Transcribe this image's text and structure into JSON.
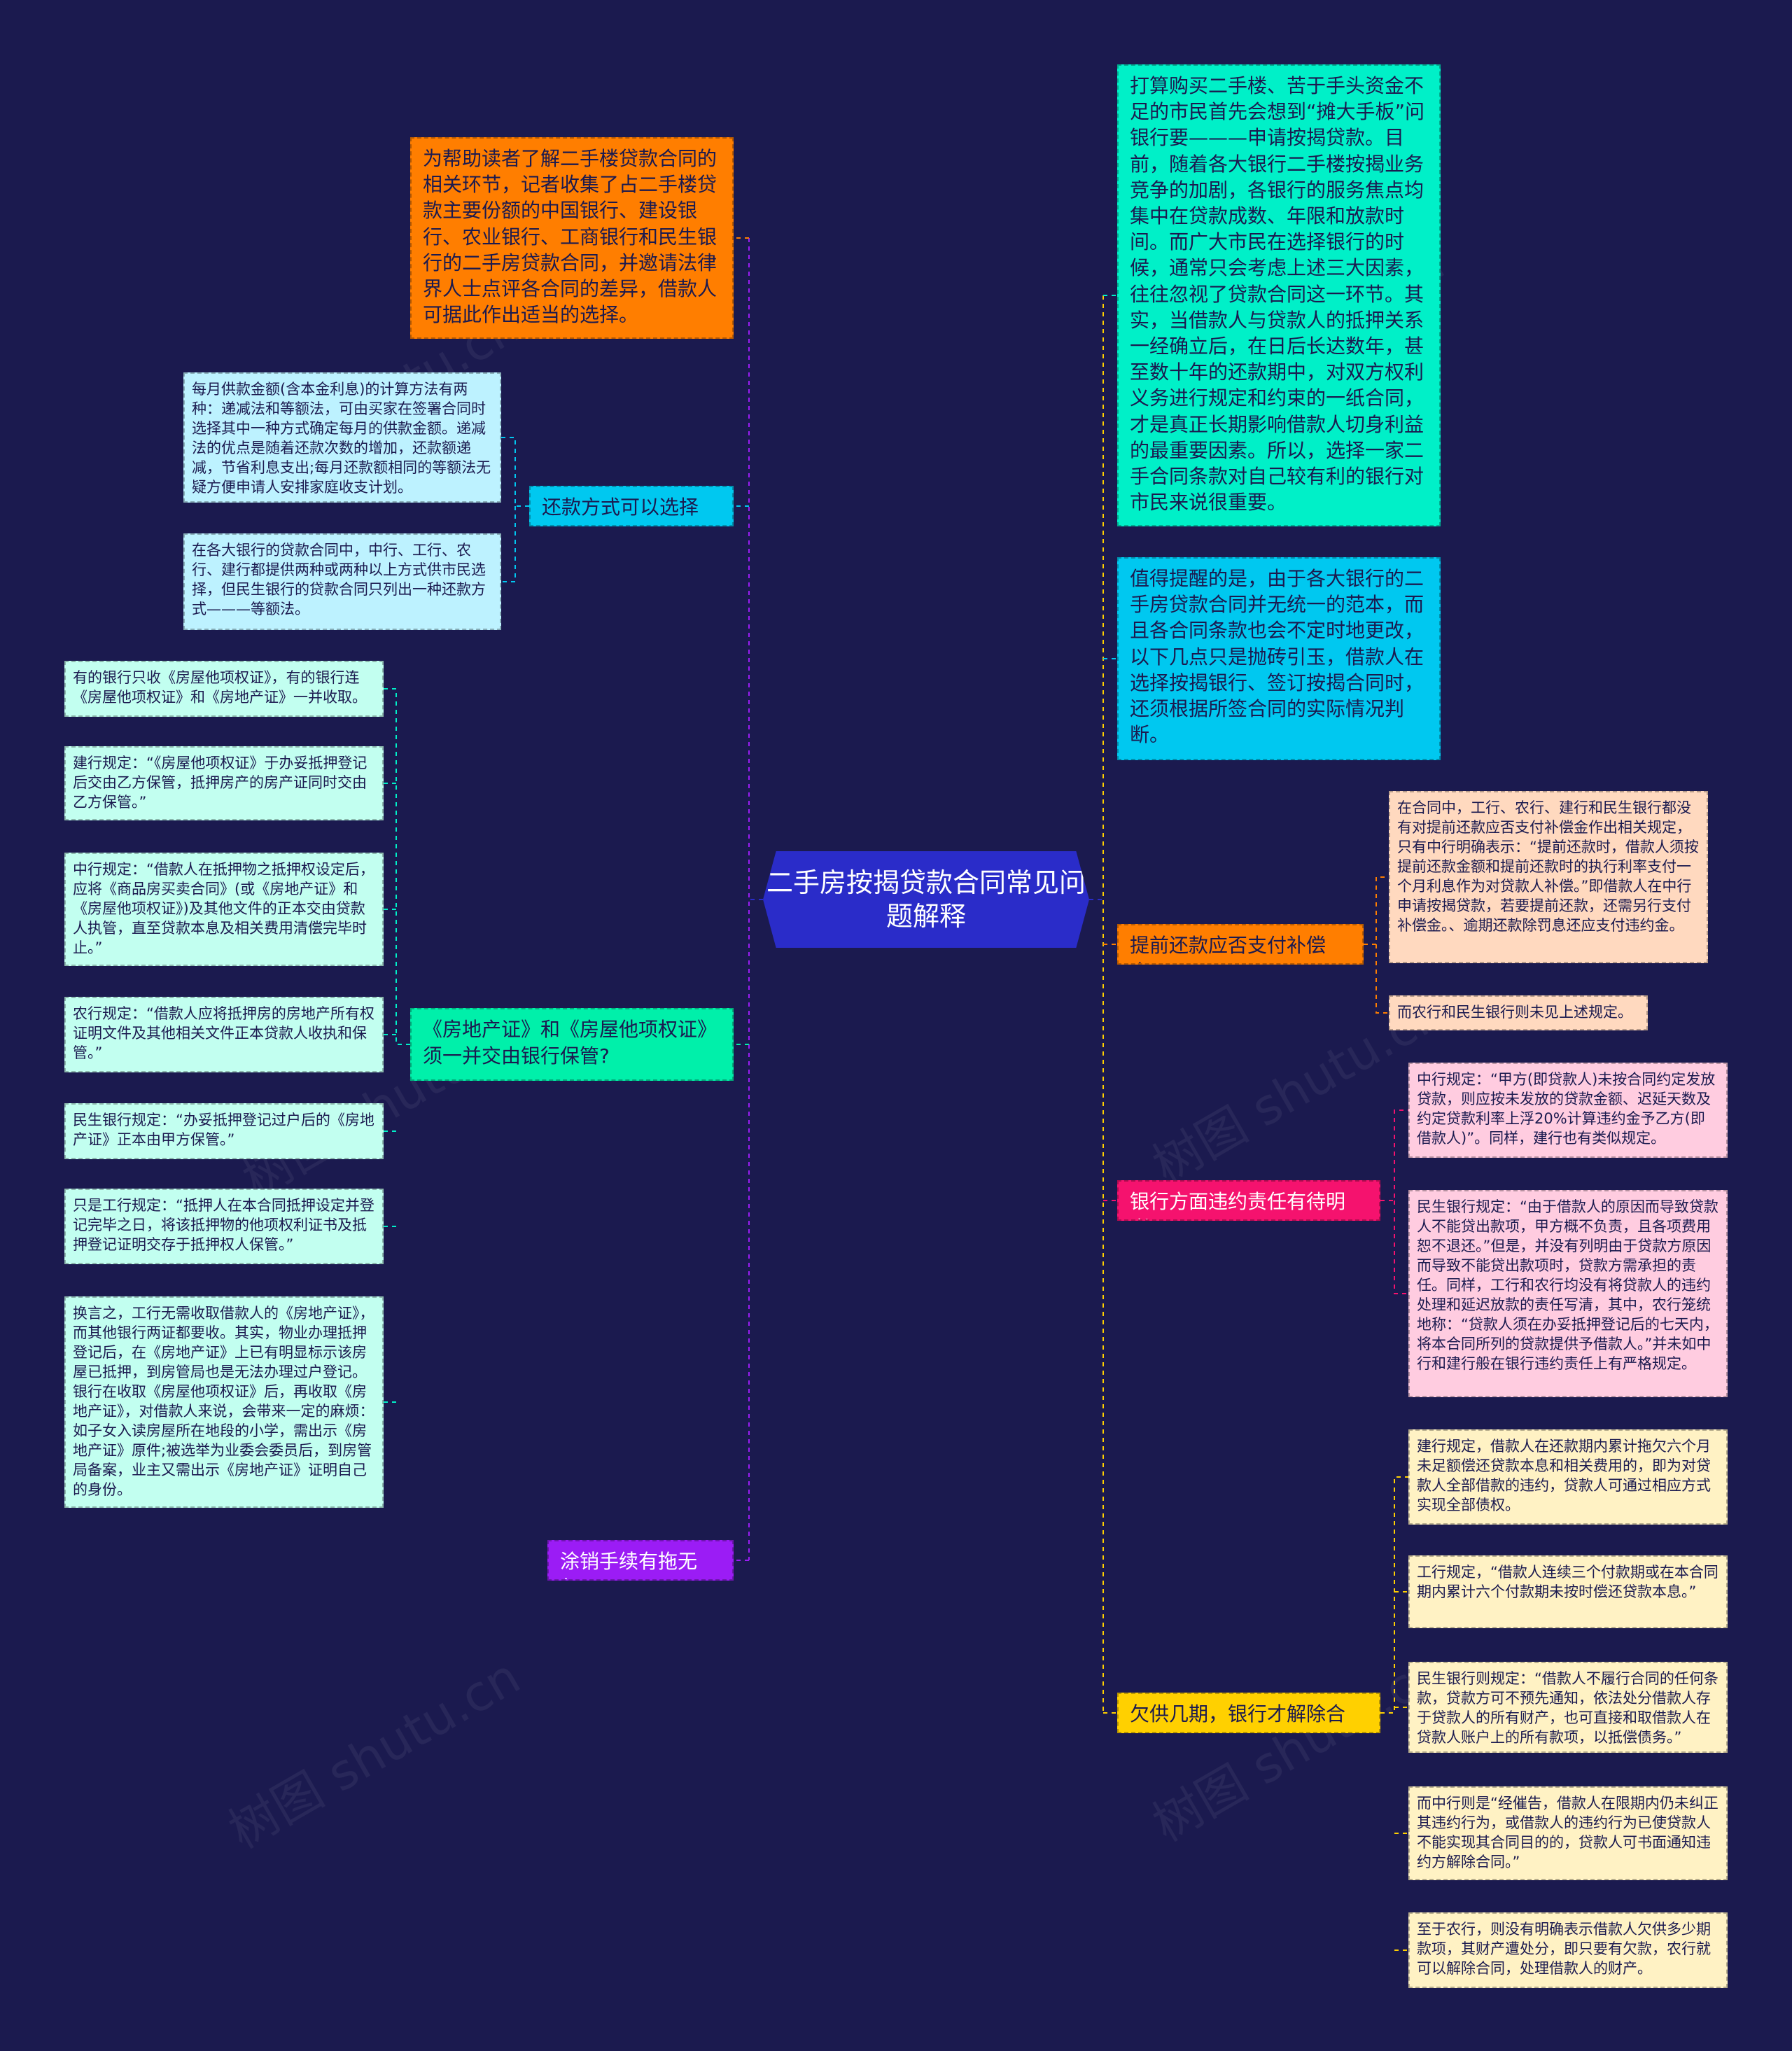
{
  "root": {
    "title": "二手房按揭贷款合同常见问题解释"
  },
  "colors": {
    "background": "#1b1a4f",
    "root": "#2a2cc9",
    "orange": "#ff7e00",
    "cyan_light": "#bdf2ff",
    "cyan": "#00c8f0",
    "teal": "#00f0c8",
    "teal_light": "#c2fff0",
    "purple": "#9b1cf5",
    "green": "#00f0aa",
    "peach": "#ffd9bf",
    "pink": "#f5126e",
    "pink_light": "#ffcce0",
    "yellow": "#ffd000",
    "yellow_light": "#fff2c4"
  },
  "left": {
    "intro": "为帮助读者了解二手楼贷款合同的相关环节，记者收集了占二手楼贷款主要份额的中国银行、建设银行、农业银行、工商银行和民生银行的二手房贷款合同，并邀请法律界人士点评各合同的差异，借款人可据此作出适当的选择。",
    "repay": {
      "label": "还款方式可以选择吗?",
      "leaves": [
        "每月供款金额(含本金利息)的计算方法有两种：递减法和等额法，可由买家在签署合同时选择其中一种方式确定每月的供款金额。递减法的优点是随着还款次数的增加，还款额递减，节省利息支出;每月还款额相同的等额法无疑方便申请人安排家庭收支计划。",
        "在各大银行的贷款合同中，中行、工行、农行、建行都提供两种或两种以上方式供市民选择，但民生银行的贷款合同只列出一种还款方式———等额法。"
      ]
    },
    "certs": {
      "label": "《房地产证》和《房屋他项权证》须一并交由银行保管?",
      "leaves": [
        "有的银行只收《房屋他项权证》，有的银行连《房屋他项权证》和《房地产证》一并收取。",
        "建行规定：“《房屋他项权证》于办妥抵押登记后交由乙方保管，抵押房产的房产证同时交由乙方保管。”",
        "中行规定：“借款人在抵押物之抵押权设定后，应将《商品房买卖合同》(或《房地产证》和《房屋他项权证》)及其他文件的正本交由贷款人执管，直至贷款本息及相关费用清偿完毕时止。”",
        "农行规定：“借款人应将抵押房的房地产所有权证明文件及其他相关文件正本贷款人收执和保管。”",
        "民生银行规定：“办妥抵押登记过户后的《房地产证》正本由甲方保管。”",
        "只是工行规定：“抵押人在本合同抵押设定并登记完毕之日，将该抵押物的他项权利证书及抵押登记证明交存于抵押权人保管。”",
        "换言之，工行无需收取借款人的《房地产证》，而其他银行两证都要收。其实，物业办理抵押登记后，在《房地产证》上已有明显标示该房屋已抵押，到房管局也是无法办理过户登记。银行在收取《房屋他项权证》后，再收取《房地产证》，对借款人来说，会带来一定的麻烦：如子女入读房屋所在地段的小学，需出示《房地产证》原件;被选举为业委会委员后，到房管局备案，业主又需出示《房地产证》证明自己的身份。"
      ]
    },
    "cancel": {
      "label": "涂销手续有拖无欠?"
    }
  },
  "right": {
    "para1": "打算购买二手楼、苦于手头资金不足的市民首先会想到“摊大手板”问银行要———申请按揭贷款。目前，随着各大银行二手楼按揭业务竞争的加剧，各银行的服务焦点均集中在贷款成数、年限和放款时间。而广大市民在选择银行的时候，通常只会考虑上述三大因素，往往忽视了贷款合同这一环节。其实，当借款人与贷款人的抵押关系一经确立后，在日后长达数年，甚至数十年的还款期中，对双方权利义务进行规定和约束的一纸合同，才是真正长期影响借款人切身利益的最重要因素。所以，选择一家二手合同条款对自己较有利的银行对市民来说很重要。",
    "para2": "值得提醒的是，由于各大银行的二手房贷款合同并无统一的范本，而且各合同条款也会不定时地更改，以下几点只是抛砖引玉，借款人在选择按揭银行、签订按揭合同时，还须根据所签合同的实际情况判断。",
    "prepay": {
      "label": "提前还款应否支付补偿金?",
      "leaves": [
        "在合同中，工行、农行、建行和民生银行都没有对提前还款应否支付补偿金作出相关规定，只有中行明确表示：“提前还款时，借款人须按提前还款金额和提前还款时的执行利率支付一个月利息作为对贷款人补偿。”即借款人在中行申请按揭贷款，若要提前还款，还需另行支付补偿金。、逾期还款除罚息还应支付违约金。",
        "而农行和民生银行则未见上述规定。"
      ]
    },
    "breach": {
      "label": "银行方面违约责任有待明晰?",
      "leaves": [
        "中行规定：“甲方(即贷款人)未按合同约定发放贷款，则应按未发放的贷款金额、迟延天数及约定贷款利率上浮20%计算违约金予乙方(即借款人)”。同样，建行也有类似规定。",
        "民生银行规定：“由于借款人的原因而导致贷款人不能贷出款项，甲方概不负责，且各项费用恕不退还。”但是，并没有列明由于贷款方原因而导致不能贷出款项时，贷款方需承担的责任。同样，工行和农行均没有将贷款人的违约处理和延迟放款的责任写清，其中，农行笼统地称：“贷款人须在办妥抵押登记后的七天内，将本合同所列的贷款提供予借款人。”并未如中行和建行般在银行违约责任上有严格规定。"
      ]
    },
    "terminate": {
      "label": "欠供几期，银行才解除合同?",
      "leaves": [
        "建行规定，借款人在还款期内累计拖欠六个月未足额偿还贷款本息和相关费用的，即为对贷款人全部借款的违约，贷款人可通过相应方式实现全部债权。",
        "工行规定，“借款人连续三个付款期或在本合同期内累计六个付款期未按时偿还贷款本息。”",
        "民生银行则规定：“借款人不履行合同的任何条款，贷款方可不预先通知，依法处分借款人存于贷款人的所有财产，也可直接和取借款人在贷款人账户上的所有款项，以抵偿债务。”",
        "而中行则是“经催告，借款人在限期内仍未纠正其违约行为，或借款人的违约行为已使贷款人不能实现其合同目的的，贷款人可书面通知违约方解除合同。”",
        "至于农行，则没有明确表示借款人欠供多少期款项，其财产遭处分，即只要有欠款，农行就可以解除合同，处理借款人的财产。"
      ]
    }
  },
  "watermark": "树图 shutu.cn"
}
